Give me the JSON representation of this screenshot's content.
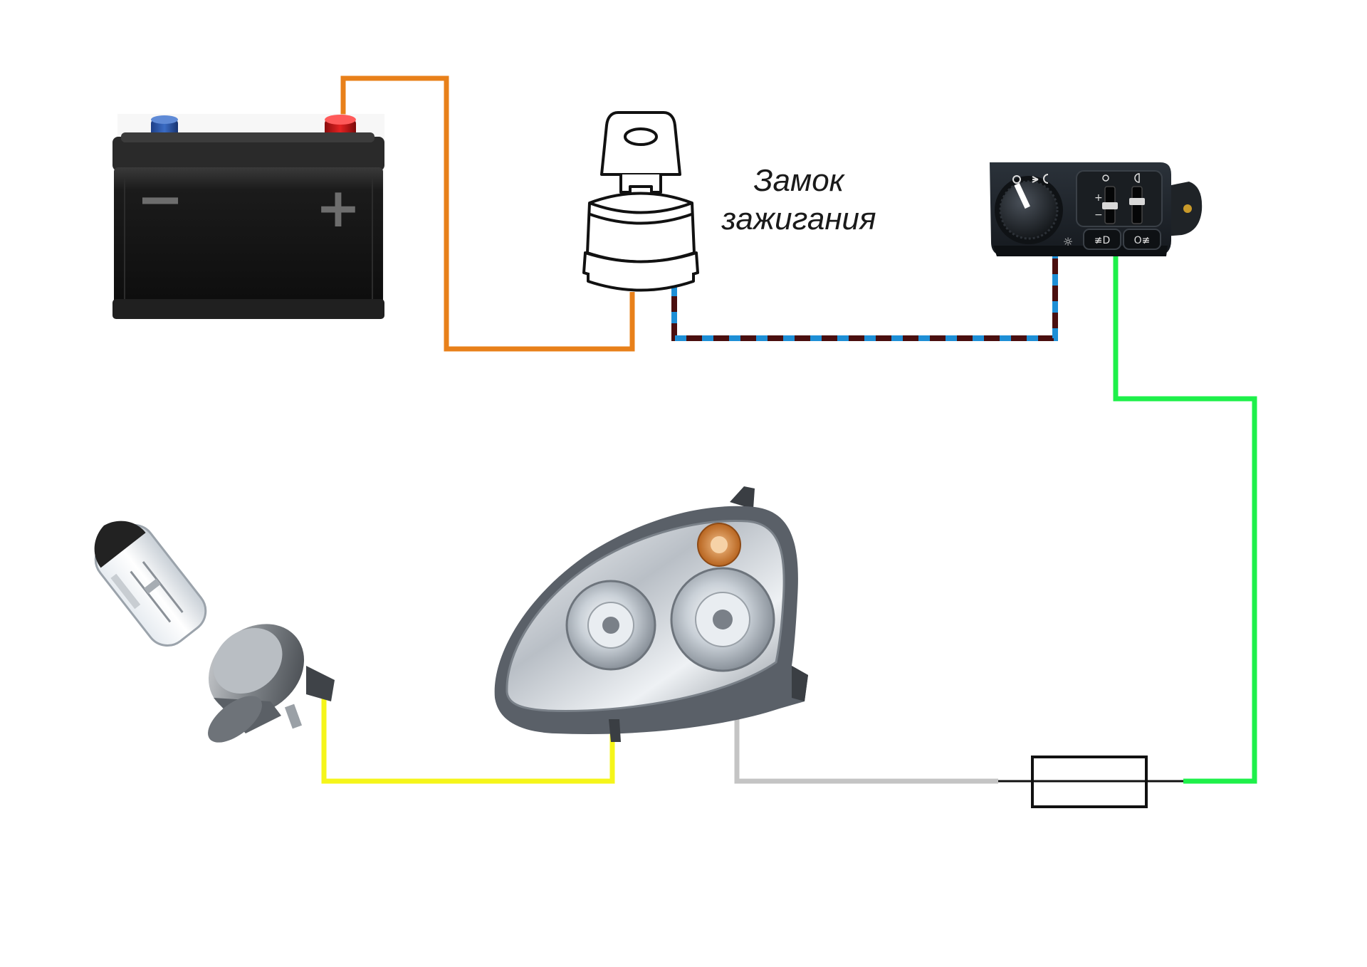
{
  "labels": {
    "ignition_line1": "Замок",
    "ignition_line2": "зажигания"
  },
  "battery": {
    "minus_symbol": "−",
    "plus_symbol": "+"
  },
  "wire_colors": {
    "battery_to_ignition": "#e8801a",
    "ignition_to_switch_dark": "#4a0f0f",
    "ignition_to_switch_dash": "#1e8fd6",
    "switch_to_fuse": "#1ef04a",
    "fuse_to_headlight": "#c4c4c4",
    "headlight_to_bulb": "#f5f51a"
  },
  "components": [
    "battery",
    "ignition-lock",
    "light-switch-panel",
    "fuse",
    "headlight",
    "h7-bulb"
  ]
}
